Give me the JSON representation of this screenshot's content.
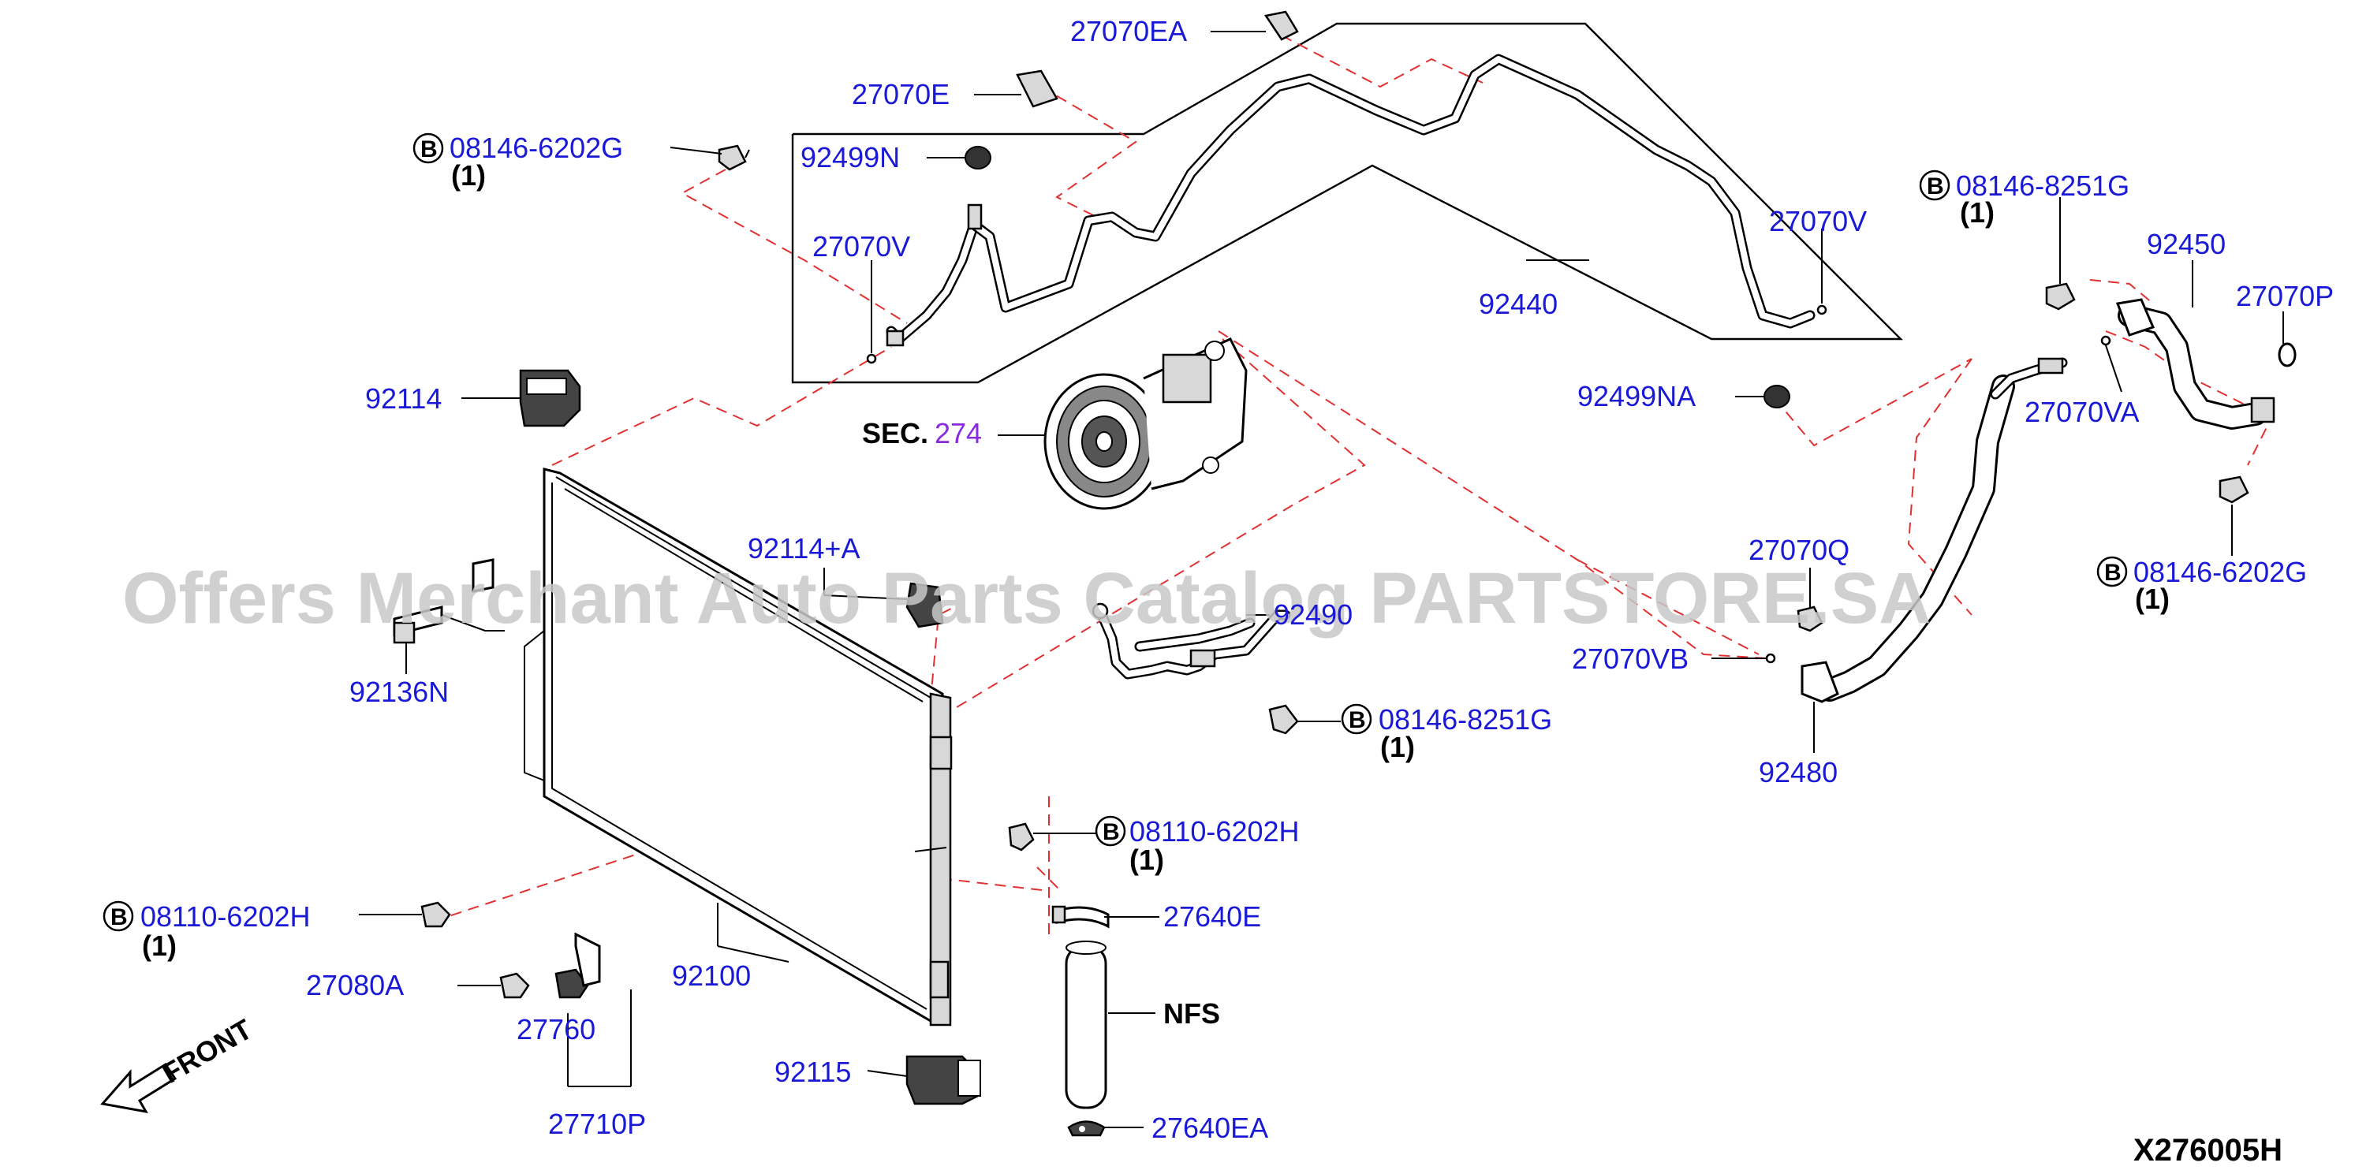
{
  "watermark": "Offers Merchant Auto Parts Catalog PARTSTORE.SA",
  "diagram_code": "X276005H",
  "front_label": "FRONT",
  "bolt_badge": "B",
  "labels": {
    "p27070EA": "27070EA",
    "p27070E": "27070E",
    "b08146_6202G_top": "08146-6202G",
    "q08146_6202G_top": "(1)",
    "p92499N": "92499N",
    "p27070V_left": "27070V",
    "p92114": "92114",
    "sec274_prefix": "SEC.",
    "sec274_num": "274",
    "p92114A": "92114+A",
    "p92136N": "92136N",
    "p92490": "92490",
    "b08146_8251G_mid": "08146-8251G",
    "q08146_8251G_mid": "(1)",
    "b08110_6202H_mid": "08110-6202H",
    "q08110_6202H_mid": "(1)",
    "b08110_6202H_left": "08110-6202H",
    "q08110_6202H_left": "(1)",
    "p27640E": "27640E",
    "p92100": "92100",
    "p27080A": "27080A",
    "p27760": "27760",
    "p27710P": "27710P",
    "p92115": "92115",
    "nfs": "NFS",
    "p27640EA": "27640EA",
    "p27070V_right": "27070V",
    "p92440": "92440",
    "p92499NA": "92499NA",
    "b08146_8251G_right": "08146-8251G",
    "q08146_8251G_right": "(1)",
    "p92450": "92450",
    "p27070P": "27070P",
    "p27070VA": "27070VA",
    "p27070Q": "27070Q",
    "b08146_6202G_right": "08146-6202G",
    "q08146_6202G_right": "(1)",
    "p27070VB": "27070VB",
    "p92480": "92480"
  },
  "colors": {
    "label_blue": "#1a1ad6",
    "dashed_red": "#e23030",
    "sec_purple": "#8a2be2"
  }
}
